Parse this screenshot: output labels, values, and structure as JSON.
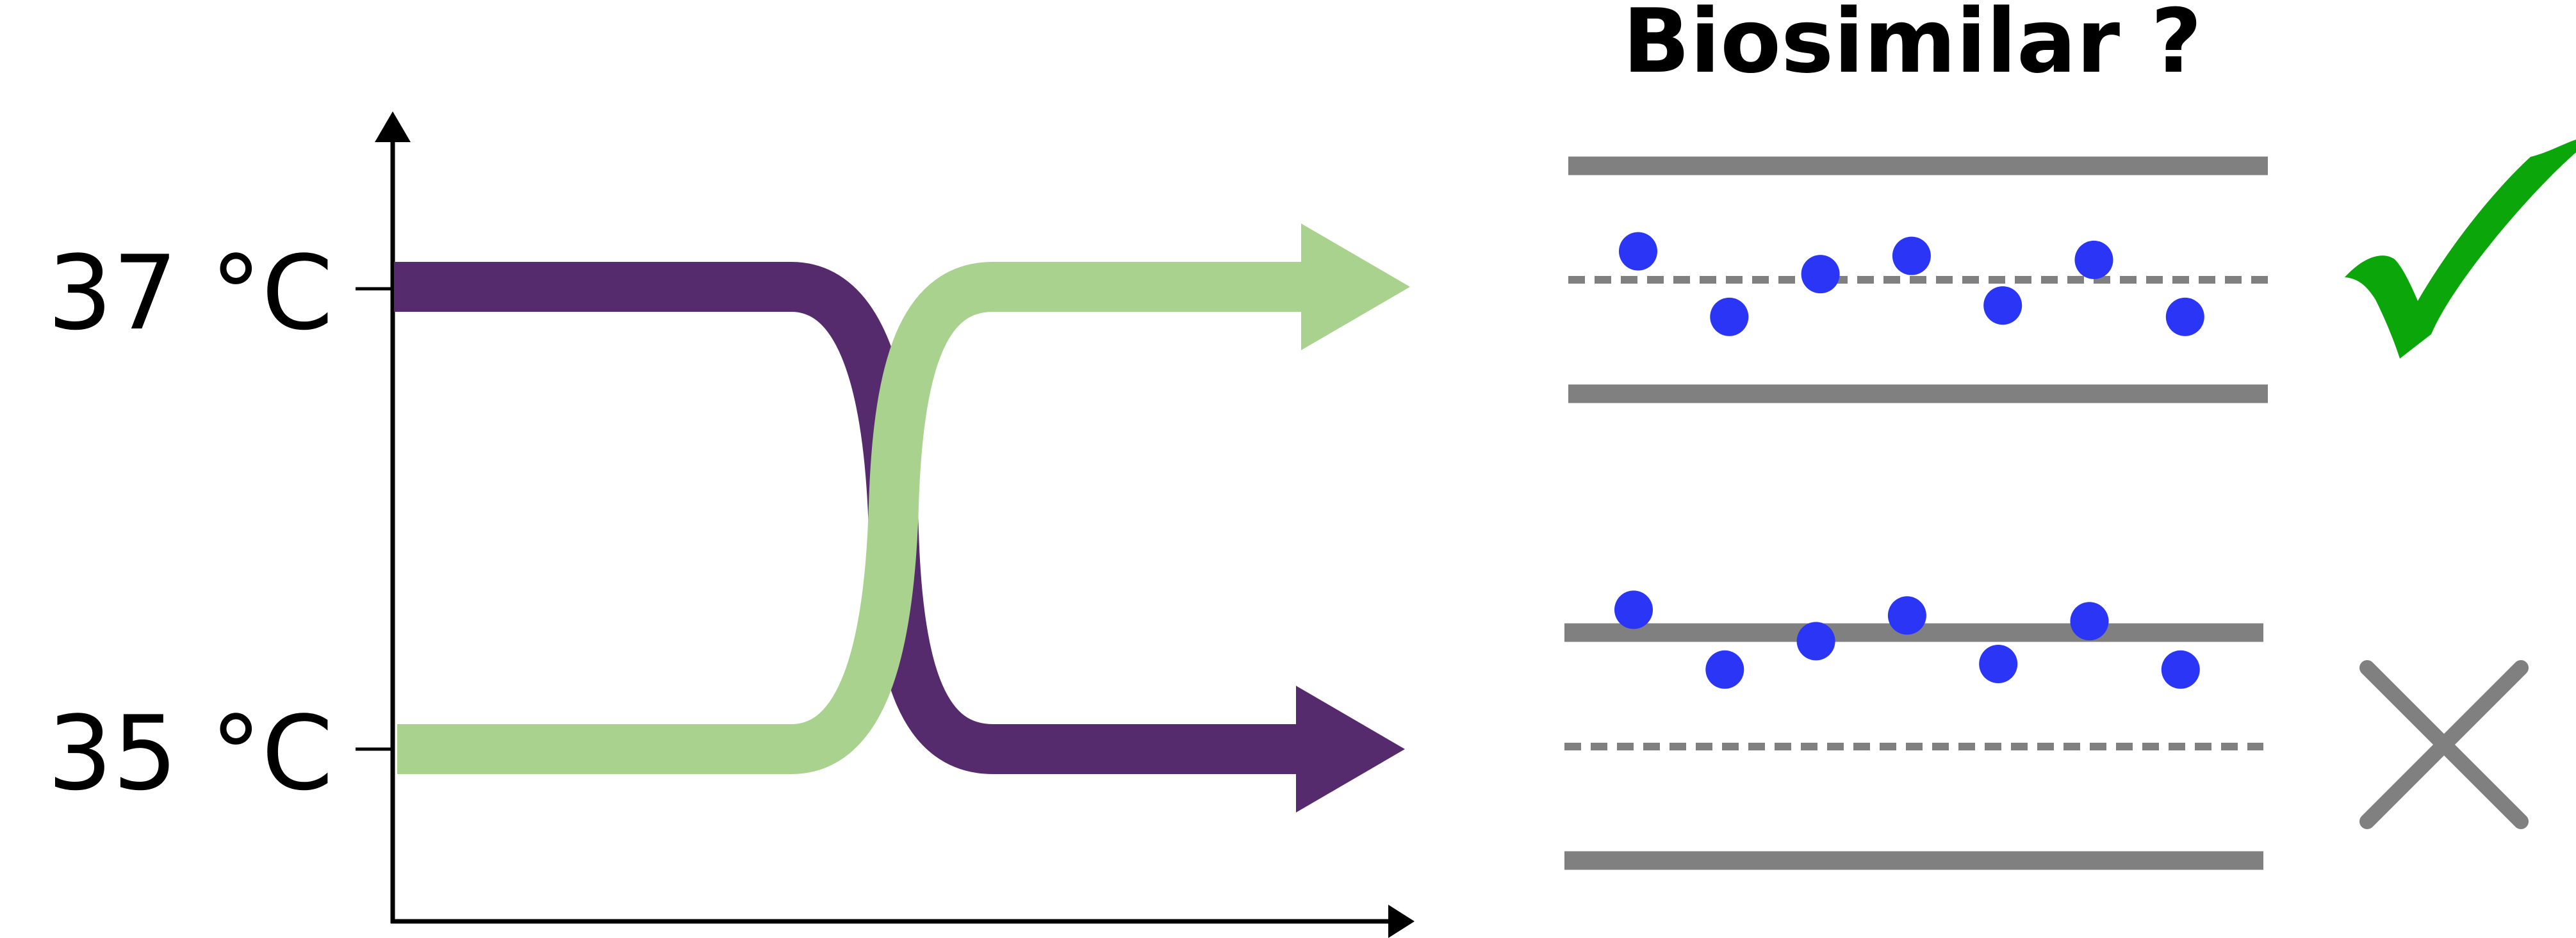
{
  "title": "Biosimilar ?",
  "y_axis": {
    "tick_labels": [
      "37 °C",
      "35 °C"
    ]
  },
  "colors": {
    "shift_down_curve": "#562b6e",
    "shift_up_curve": "#a9d28e",
    "limit_lines": "#808080",
    "data_points": "#2a35f5",
    "accept_mark": "#0aa60a",
    "reject_mark": "#808080",
    "axis": "#000000"
  },
  "panels": [
    {
      "outcome": "accepted",
      "icon": "check-icon",
      "points_relative_to_target": [
        0.5,
        -0.65,
        0.1,
        0.42,
        -0.45,
        0.35,
        -0.65
      ]
    },
    {
      "outcome": "rejected",
      "icon": "cross-icon",
      "points_relative_to_target": [
        2.4,
        1.35,
        1.85,
        2.3,
        1.45,
        2.2,
        1.35
      ]
    }
  ]
}
